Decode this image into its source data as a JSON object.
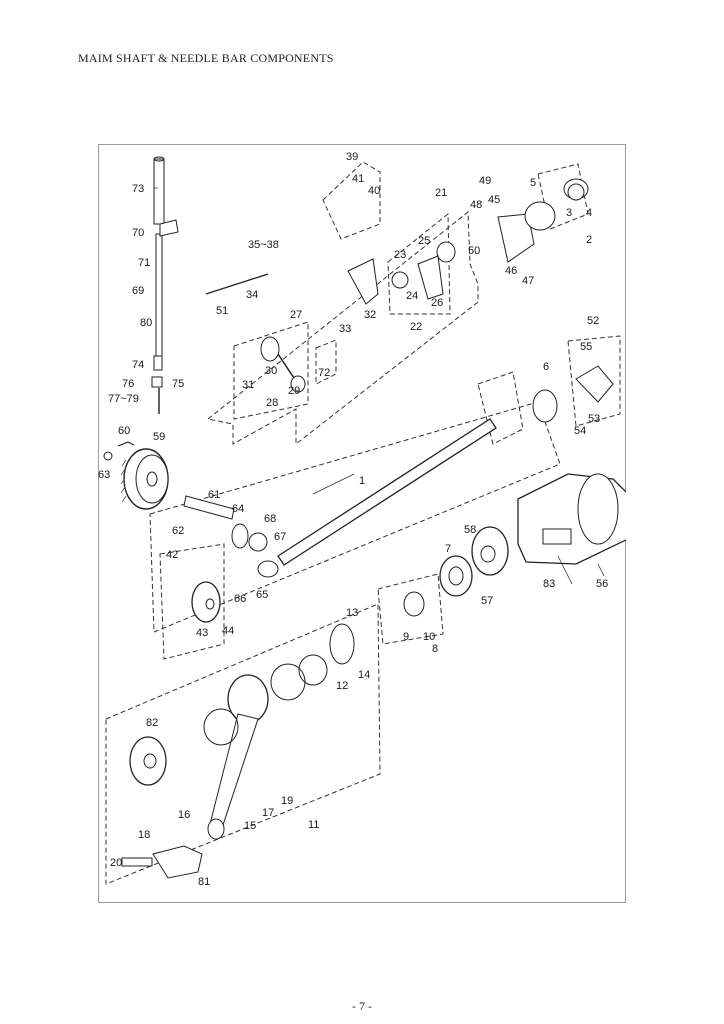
{
  "header": {
    "title": "MAIM SHAFT & NEEDLE BAR COMPONENTS"
  },
  "footer": {
    "page_number": "- 7 -"
  },
  "diagram": {
    "labels": [
      "1",
      "2",
      "3",
      "4",
      "5",
      "6",
      "7",
      "8",
      "9",
      "10",
      "11",
      "12",
      "13",
      "14",
      "15",
      "16",
      "17",
      "18",
      "19",
      "20",
      "21",
      "22",
      "23",
      "24",
      "25",
      "26",
      "27",
      "28",
      "29",
      "30",
      "31",
      "32",
      "33",
      "34",
      "35~38",
      "39",
      "40",
      "41",
      "42",
      "43",
      "44",
      "45",
      "46",
      "47",
      "48",
      "49",
      "50",
      "51",
      "52",
      "53",
      "54",
      "55",
      "56",
      "57",
      "58",
      "59",
      "60",
      "61",
      "62",
      "63",
      "64",
      "65",
      "66",
      "67",
      "68",
      "69",
      "70",
      "71",
      "72",
      "73",
      "74",
      "75",
      "76",
      "77~79",
      "80",
      "81",
      "82",
      "83"
    ]
  }
}
